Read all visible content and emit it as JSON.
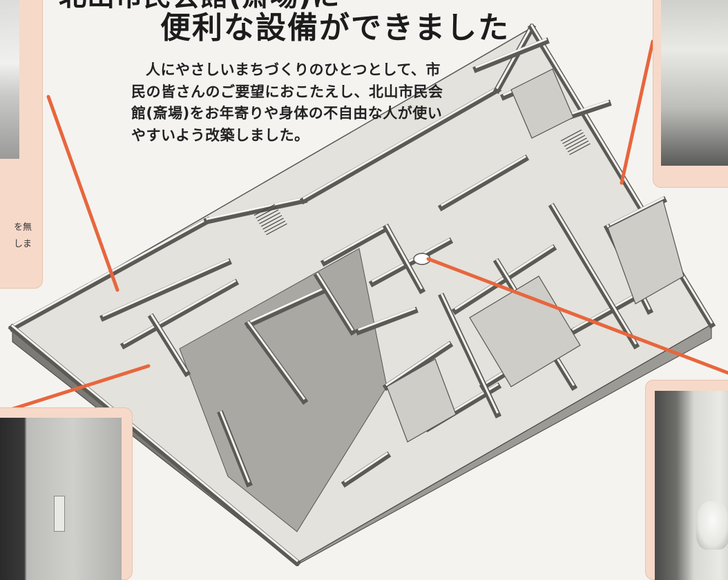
{
  "header": {
    "title_top": "北山市民会館(斎場)に",
    "title_main": "便利な設備ができました"
  },
  "intro": {
    "text": "人にやさしいまちづくりのひとつとして、市民の皆さんのご要望におこたえし、北山市民会館(斎場)をお年寄りや身体の不自由な人が使いやすいよう改築しました。"
  },
  "cards": {
    "top_left_note": "を無\nしま"
  },
  "colors": {
    "callout_line": "#e8663d",
    "card_bg": "#f6d9c9",
    "floor": "#e4e2dc",
    "wall_top": "#f7f6f2",
    "wall_side": "#9c9a94",
    "hall_floor": "#a9a8a3"
  }
}
